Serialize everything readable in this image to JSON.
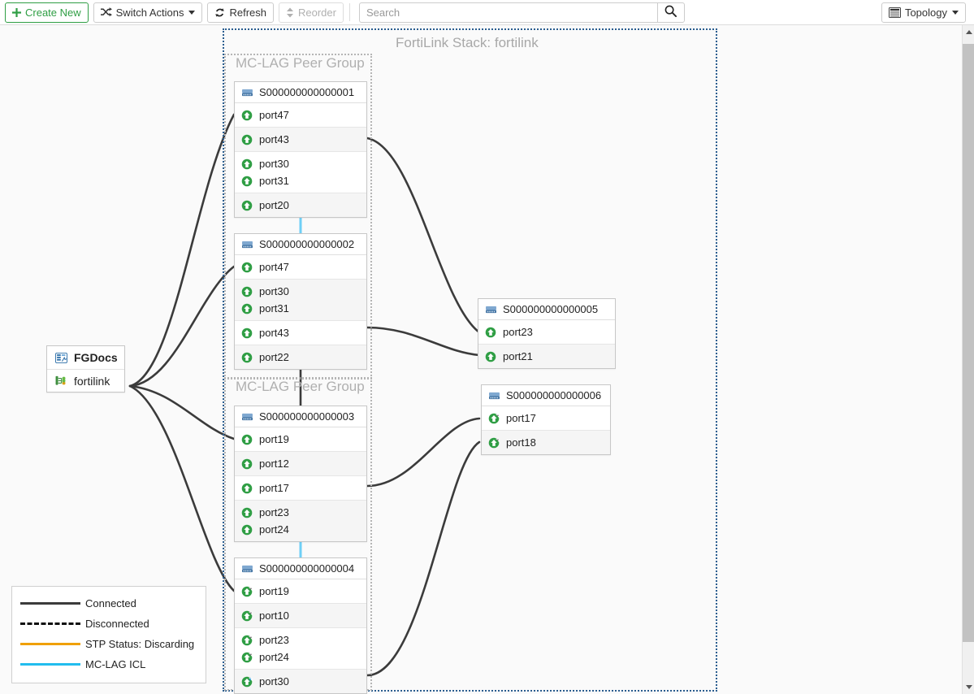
{
  "toolbar": {
    "create_new": "Create New",
    "switch_actions": "Switch Actions",
    "refresh": "Refresh",
    "reorder": "Reorder",
    "view_mode": "Topology",
    "search": {
      "value": "",
      "placeholder": "Search"
    }
  },
  "canvas": {
    "stack_title": "FortiLink Stack: fortilink",
    "peer_group_label_1": "MC-LAG Peer Group",
    "peer_group_label_2": "MC-LAG Peer Group"
  },
  "device": {
    "rows": [
      {
        "label": "FGDocs",
        "icon": "fortigate-icon"
      },
      {
        "label": "fortilink",
        "icon": "fortilink-icon"
      }
    ]
  },
  "switches": [
    {
      "id": "sw1",
      "name": "S000000000000001",
      "icon": "switch-icon",
      "port_groups": [
        {
          "ports": [
            {
              "name": "port47",
              "icon": "port-up-icon"
            }
          ]
        },
        {
          "ports": [
            {
              "name": "port43",
              "icon": "port-up-icon"
            }
          ]
        },
        {
          "ports": [
            {
              "name": "port30",
              "icon": "port-up-icon"
            },
            {
              "name": "port31",
              "icon": "port-up-icon"
            }
          ]
        },
        {
          "ports": [
            {
              "name": "port20",
              "icon": "port-up-icon"
            }
          ]
        }
      ]
    },
    {
      "id": "sw2",
      "name": "S000000000000002",
      "icon": "switch-icon",
      "port_groups": [
        {
          "ports": [
            {
              "name": "port47",
              "icon": "port-up-icon"
            }
          ]
        },
        {
          "ports": [
            {
              "name": "port30",
              "icon": "port-up-icon"
            },
            {
              "name": "port31",
              "icon": "port-up-icon"
            }
          ]
        },
        {
          "ports": [
            {
              "name": "port43",
              "icon": "port-up-icon"
            }
          ]
        },
        {
          "ports": [
            {
              "name": "port22",
              "icon": "port-up-icon"
            }
          ]
        }
      ]
    },
    {
      "id": "sw3",
      "name": "S000000000000003",
      "icon": "switch-icon",
      "port_groups": [
        {
          "ports": [
            {
              "name": "port19",
              "icon": "port-up-icon"
            }
          ]
        },
        {
          "ports": [
            {
              "name": "port12",
              "icon": "port-up-icon"
            }
          ]
        },
        {
          "ports": [
            {
              "name": "port17",
              "icon": "port-up-icon"
            }
          ]
        },
        {
          "ports": [
            {
              "name": "port23",
              "icon": "port-up-icon"
            },
            {
              "name": "port24",
              "icon": "port-up-icon"
            }
          ]
        }
      ]
    },
    {
      "id": "sw4",
      "name": "S000000000000004",
      "icon": "switch-icon",
      "port_groups": [
        {
          "ports": [
            {
              "name": "port19",
              "icon": "port-up-poe-icon"
            }
          ]
        },
        {
          "ports": [
            {
              "name": "port10",
              "icon": "port-up-poe-icon"
            }
          ]
        },
        {
          "ports": [
            {
              "name": "port23",
              "icon": "port-up-poe-icon"
            },
            {
              "name": "port24",
              "icon": "port-up-poe-icon"
            }
          ]
        },
        {
          "ports": [
            {
              "name": "port30",
              "icon": "port-up-poe-active-icon"
            }
          ]
        }
      ]
    },
    {
      "id": "sw5",
      "name": "S000000000000005",
      "icon": "switch-icon",
      "port_groups": [
        {
          "ports": [
            {
              "name": "port23",
              "icon": "port-up-icon"
            }
          ]
        },
        {
          "ports": [
            {
              "name": "port21",
              "icon": "port-up-icon"
            }
          ]
        }
      ]
    },
    {
      "id": "sw6",
      "name": "S000000000000006",
      "icon": "switch-icon",
      "port_groups": [
        {
          "ports": [
            {
              "name": "port17",
              "icon": "port-up-poe-icon"
            }
          ]
        },
        {
          "ports": [
            {
              "name": "port18",
              "icon": "port-up-poe-icon"
            }
          ]
        }
      ]
    }
  ],
  "legend": {
    "items": [
      {
        "label": "Connected",
        "color": "#3b3b3b",
        "style": "solid"
      },
      {
        "label": "Disconnected",
        "color": "#111111",
        "style": "dashed"
      },
      {
        "label": "STP Status: Discarding",
        "color": "#f0a000",
        "style": "solid"
      },
      {
        "label": "MC-LAG ICL",
        "color": "#22bdee",
        "style": "solid"
      }
    ]
  },
  "colors": {
    "link": "#3b3b3b",
    "icl": "#6ecff6",
    "stack_border": "#2a5d8f",
    "peer_border": "#b5b5b5",
    "port_up": "#2f9e44"
  }
}
